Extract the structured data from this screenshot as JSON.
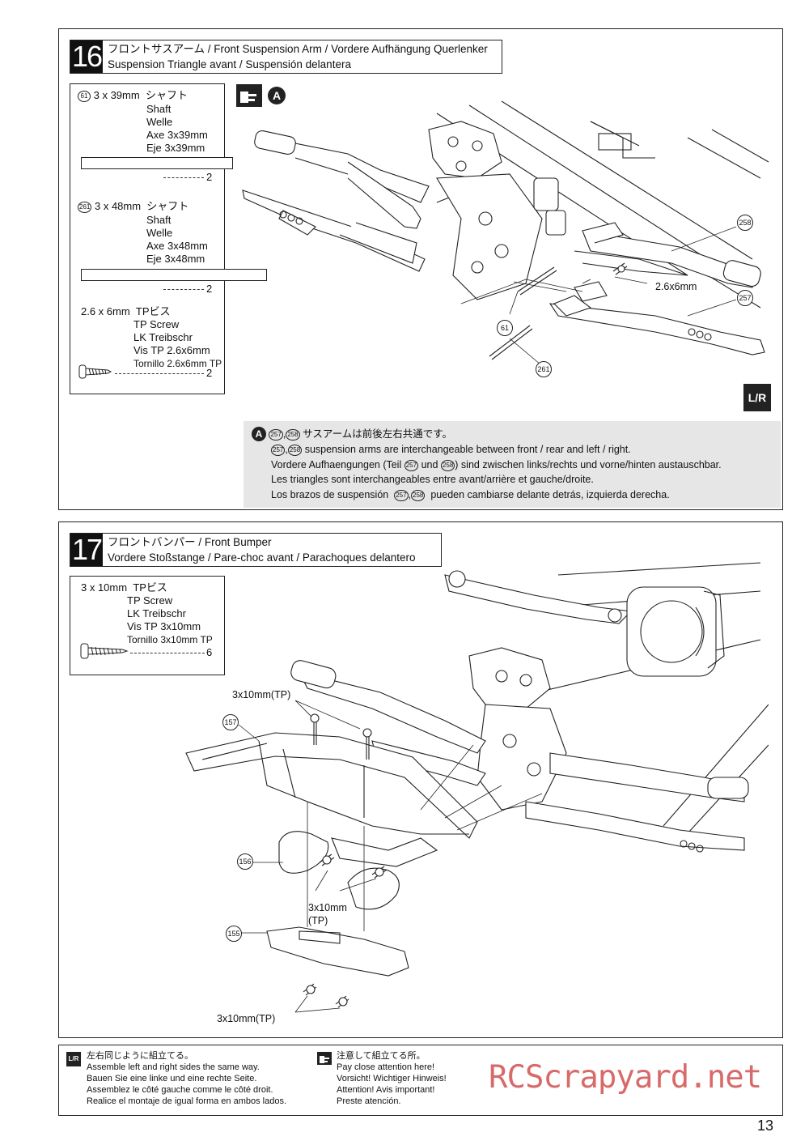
{
  "page_number": "13",
  "watermark": "RCScrapyard.net",
  "step16": {
    "number": "16",
    "title_line1": "フロントサスアーム  / Front Suspension Arm / Vordere Aufhängung Querlenker",
    "title_line2": "Suspension Triangle avant / Suspensión delantera",
    "parts": [
      {
        "id": "61",
        "size": "3 x 39mm",
        "lines": [
          "シャフト",
          "Shaft",
          "Welle",
          "Axe 3x39mm",
          "Eje 3x39mm"
        ],
        "qty": "2"
      },
      {
        "id": "261",
        "size": "3 x 48mm",
        "lines": [
          "シャフト",
          "Shaft",
          "Welle",
          "Axe 3x48mm",
          "Eje 3x48mm"
        ],
        "qty": "2"
      },
      {
        "id": "",
        "size": "2.6 x 6mm",
        "lines": [
          "TPビス",
          "TP Screw",
          "LK Treibschr",
          "Vis TP 2.6x6mm",
          "Tornillo 2.6x6mm TP"
        ],
        "qty": "2"
      }
    ],
    "callout_letter": "A",
    "labels": {
      "p258": "258",
      "p257": "257",
      "p61": "61",
      "p261": "261",
      "screw": "2.6x6mm",
      "lr": "L/R"
    },
    "note": {
      "letter": "A",
      "ja": "サスアームは前後左右共通です。",
      "en": "suspension arms are interchangeable between front / rear and left / right.",
      "de_a": "Vordere Aufhaengungen (Teil",
      "de_b": "und",
      "de_c": ") sind zwischen links/rechts und vorne/hinten austauschbar.",
      "fr": "Les triangles sont interchangeables entre avant/arrière et gauche/droite.",
      "es_a": "Los brazos de suspensión",
      "es_b": "pueden cambiarse delante detrás, izquierda derecha.",
      "ref1": "257",
      "ref2": "258"
    }
  },
  "step17": {
    "number": "17",
    "title_line1": "フロントバンパー  / Front Bumper",
    "title_line2": "Vordere Stoßstange / Pare-choc avant / Parachoques delantero",
    "part": {
      "size": "3 x 10mm",
      "lines": [
        "TPビス",
        "TP Screw",
        "LK Treibschr",
        "Vis TP 3x10mm",
        "Tornillo 3x10mm TP"
      ],
      "qty": "6"
    },
    "labels": {
      "screw_top": "3x10mm(TP)",
      "screw_mid_1": "3x10mm",
      "screw_mid_2": "(TP)",
      "screw_bottom": "3x10mm(TP)",
      "p157": "157",
      "p156": "156",
      "p155": "155"
    }
  },
  "footer": {
    "lr_lines": [
      "左右同じように組立てる。",
      "Assemble left and right sides the same way.",
      "Bauen Sie eine linke und eine rechte Seite.",
      "Assemblez le côté gauche comme le côté droit.",
      "Realice el montaje de igual forma en ambos lados."
    ],
    "attention_lines": [
      "注意して組立てる所。",
      "Pay close attention here!",
      "Vorsicht!  Wichtiger Hinweis!",
      "Attention! Avis important!",
      "Preste atención."
    ]
  }
}
